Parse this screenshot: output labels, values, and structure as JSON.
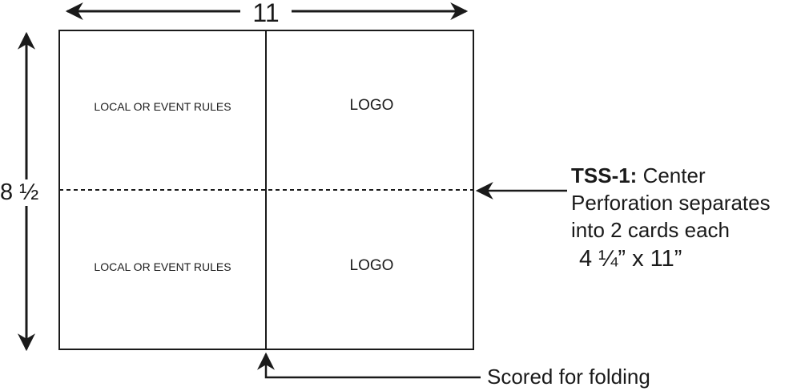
{
  "dimensions": {
    "width_label": "11",
    "height_label": "8 ½"
  },
  "panels": {
    "top_left": "LOCAL OR EVENT RULES",
    "top_right": "LOGO",
    "bottom_left": "LOCAL OR EVENT RULES",
    "bottom_right": "LOGO"
  },
  "perforation_note": {
    "product_code": "TSS-1:",
    "line1_rest": " Center",
    "line2": "Perforation separates",
    "line3": "into 2 cards each",
    "card_size": "4 ¼” x 11”"
  },
  "fold_note": "Scored for folding",
  "colors": {
    "stroke": "#1a1a1a",
    "background": "#ffffff"
  }
}
